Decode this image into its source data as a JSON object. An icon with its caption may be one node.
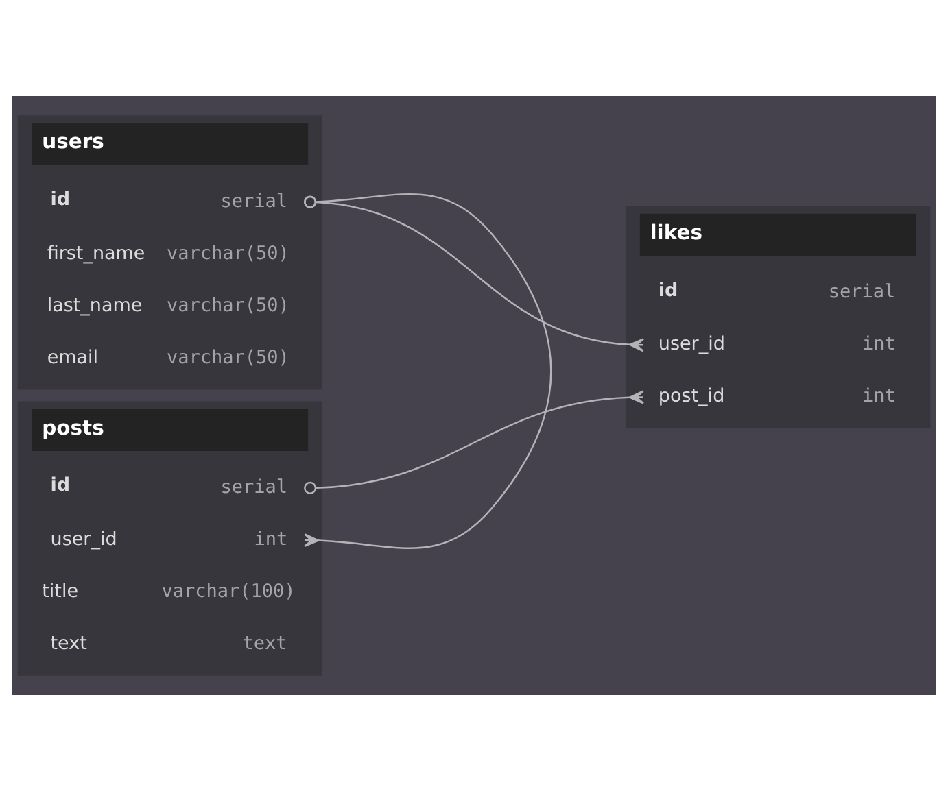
{
  "diagram": {
    "nodes": [
      {
        "text": [
          "users"
        ]
      },
      {
        "text": [
          "id",
          "serial"
        ],
        "in": 0
      },
      {
        "text": [
          "first_name",
          "varchar(50)"
        ],
        "in": 0
      },
      {
        "text": [
          "last_name",
          "varchar(50)"
        ],
        "in": 0
      },
      {
        "text": [
          "email",
          "varchar(50)"
        ],
        "in": 0
      },
      {
        "text": [
          "likes"
        ]
      },
      {
        "text": [
          "id",
          "serial"
        ],
        "in": 5
      },
      {
        "text": [
          "user_id",
          "int"
        ],
        "in": 5
      },
      {
        "text": [
          "post_id",
          "int"
        ],
        "in": 5
      },
      {
        "text": [
          "posts"
        ]
      },
      {
        "text": [
          "id",
          "serial"
        ],
        "in": 9
      },
      {
        "text": [
          "user_id",
          "int"
        ],
        "in": 9
      },
      {
        "text": [
          "title",
          "varchar(100)"
        ],
        "in": 9
      },
      {
        "text": [
          "text",
          "text"
        ],
        "in": 9
      }
    ],
    "edges": [
      {
        "from": 1,
        "to": 7,
        "arrow": "other"
      },
      {
        "from": 10,
        "to": 8,
        "arrow": "other"
      },
      {
        "from": 1,
        "to": 11,
        "arrow": "other"
      }
    ]
  }
}
